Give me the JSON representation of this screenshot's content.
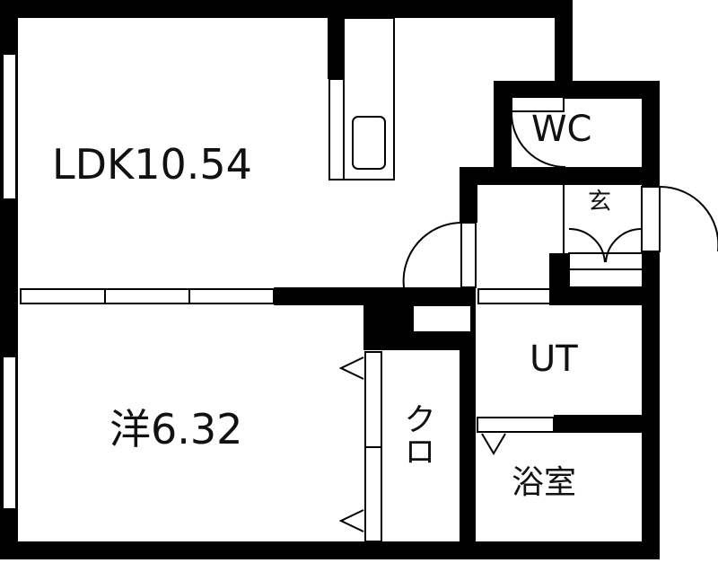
{
  "floor_plan": {
    "type": "apartment-1LDK",
    "colors": {
      "wall": "#000000",
      "background": "#ffffff",
      "text": "#111111"
    },
    "rooms": [
      {
        "id": "ldk",
        "label": "LDK10.54",
        "name": "LDK",
        "size_jo": "10.54"
      },
      {
        "id": "western",
        "label": "洋6.32",
        "name": "洋",
        "size_jo": "6.32"
      },
      {
        "id": "closet",
        "label": "クロ"
      },
      {
        "id": "toilet",
        "label": "WC"
      },
      {
        "id": "entrance",
        "label": "玄"
      },
      {
        "id": "utility",
        "label": "UT"
      },
      {
        "id": "bathroom",
        "label": "浴室"
      }
    ]
  }
}
